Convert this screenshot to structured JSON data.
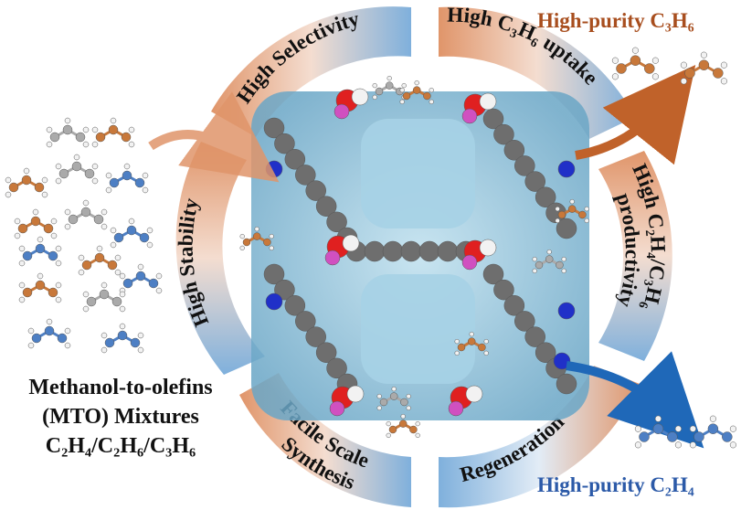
{
  "diagram": {
    "feed_label": {
      "line1": "Methanol-to-olefins",
      "line2": "(MTO) Mixtures",
      "line3": "C₂H₄/C₂H₆/C₃H₆"
    },
    "outputs": {
      "top": "High-purity C₃H₆",
      "bottom": "High-purity C₂H₄"
    },
    "ring_segments": {
      "high_selectivity": "High Selectivity",
      "high_c3h6_uptake": "High C₃H₆ uptake",
      "high_productivity_line1": "High C₂H₄/C₃H₆",
      "high_productivity_line2": "productivity",
      "regeneration": "Regeneration",
      "facile_line1": "Facile Scale",
      "facile_line2": "Synthesis",
      "high_stability": "High Stability"
    },
    "colors": {
      "orange": "#e0956a",
      "blue": "#7fb0dc",
      "propylene_carbon": "#c8783a",
      "ethylene_carbon": "#4d7fc4",
      "ethane_carbon": "#aaaaaa",
      "framework": "#8ec3dc"
    }
  }
}
